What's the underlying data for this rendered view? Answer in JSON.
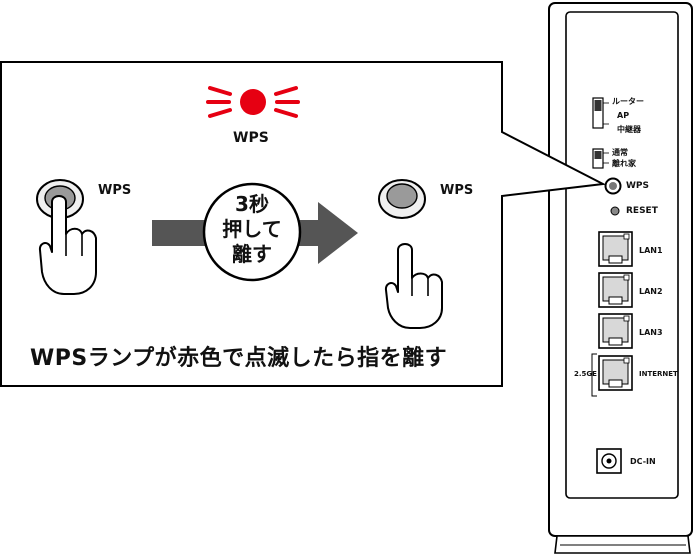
{
  "callout": {
    "lamp_label": "WPS",
    "left_button_label": "WPS",
    "right_button_label": "WPS",
    "bubble_line1": "3秒",
    "bubble_line2": "押して",
    "bubble_line3": "離す",
    "caption": "WPSランプが赤色で点滅したら指を離す"
  },
  "router": {
    "mode_options": [
      "ルーター",
      "AP",
      "中継器"
    ],
    "location_options": [
      "通常",
      "離れ家"
    ],
    "wps_label": "WPS",
    "reset_label": "RESET",
    "ports": [
      "LAN1",
      "LAN2",
      "LAN3",
      "INTERNET"
    ],
    "port_speed_label": "2.5GE",
    "power_label": "DC-IN"
  },
  "colors": {
    "lamp": "#e60012",
    "arrow": "#555555",
    "outline": "#000000",
    "button": "#8a8a8a"
  }
}
